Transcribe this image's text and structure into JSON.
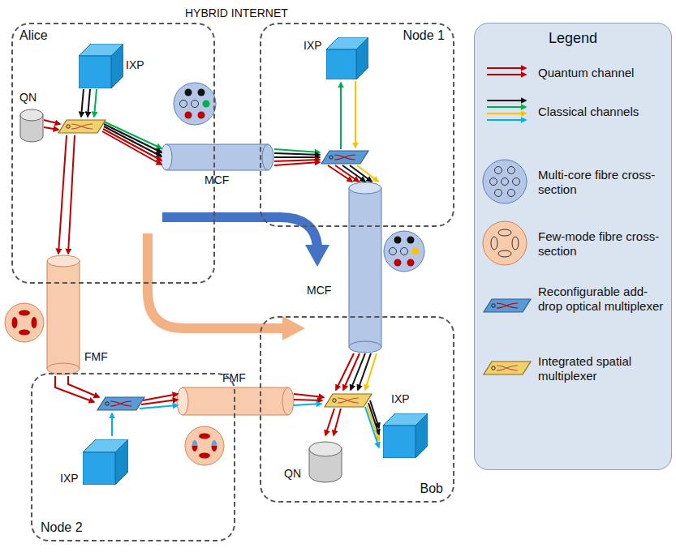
{
  "diagram": {
    "title": "HYBRID INTERNET",
    "nodes": [
      {
        "text": [
          "Alice"
        ]
      },
      {
        "text": [
          "IXP"
        ],
        "in": 0
      },
      {
        "text": [
          "QN"
        ],
        "in": 0
      },
      {
        "text": [
          "Node 1"
        ]
      },
      {
        "text": [
          "IXP"
        ],
        "in": 3
      },
      {
        "text": [
          "Node 2"
        ]
      },
      {
        "text": [
          "IXP"
        ],
        "in": 5
      },
      {
        "text": [
          "Bob"
        ]
      },
      {
        "text": [
          "IXP"
        ],
        "in": 7
      },
      {
        "text": [
          "QN"
        ],
        "in": 7
      },
      {
        "text": [
          "Legend"
        ]
      }
    ],
    "labels": [
      "MCF",
      "MCF",
      "FMF",
      "FMF"
    ],
    "legend": [
      {
        "text": "Quantum channel"
      },
      {
        "text": "Classical channels"
      },
      {
        "text": "Multi-core fibre cross-section"
      },
      {
        "text": "Few-mode fibre cross-section"
      },
      {
        "text": "Reconfigurable add-drop optical multiplexer"
      },
      {
        "text": "Integrated spatial multiplexer"
      }
    ]
  }
}
